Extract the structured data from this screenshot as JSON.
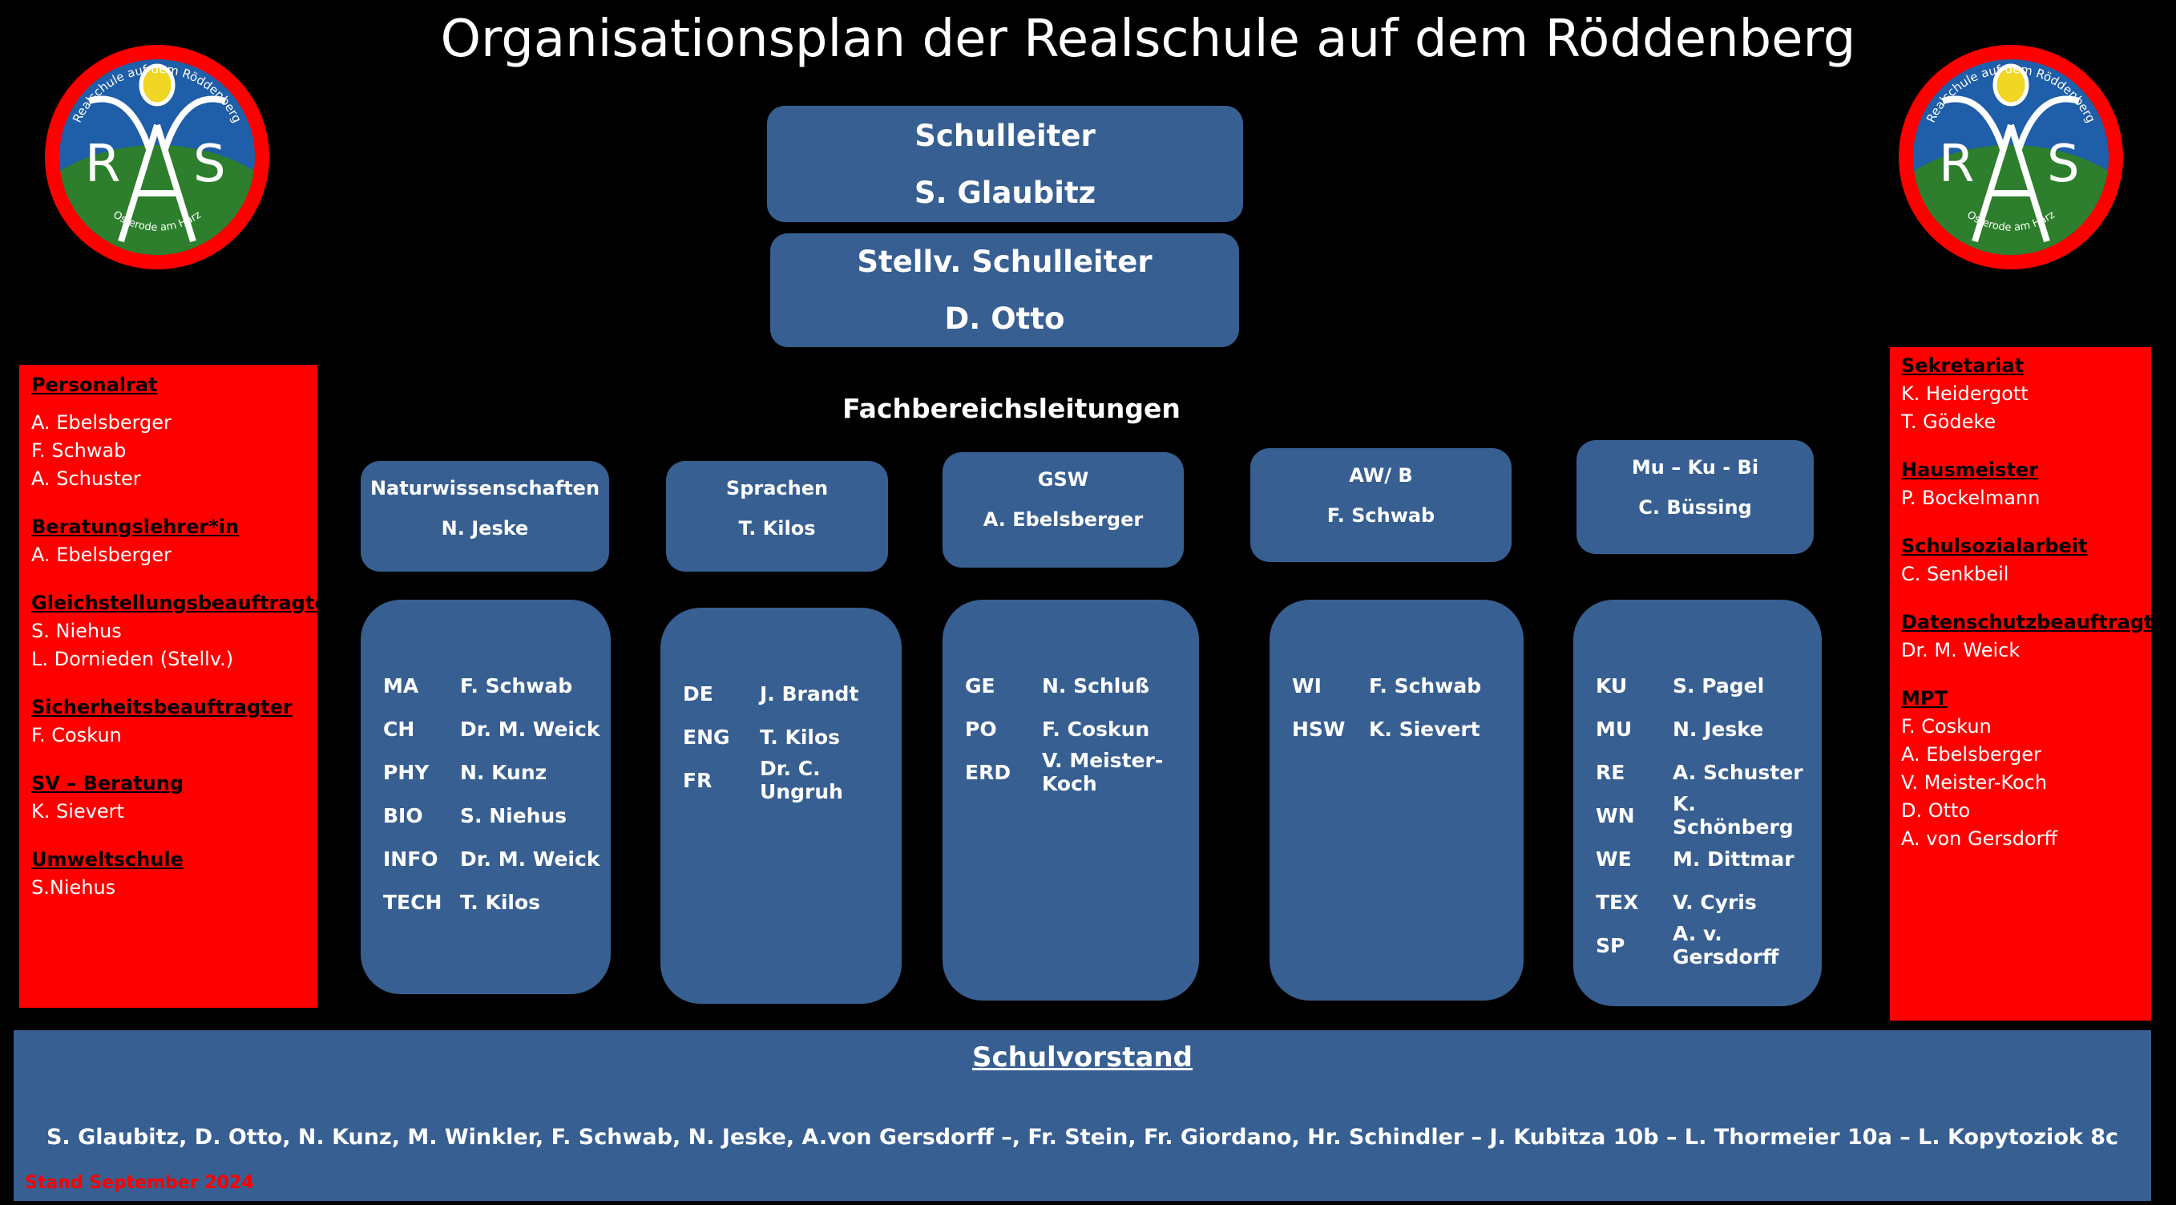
{
  "title": "Organisationsplan der Realschule auf dem Röddenberg",
  "logo": {
    "top_text": "Realschule auf dem Röddenberg",
    "bottom_text": "Osterode am Harz",
    "letters": [
      "R",
      "S"
    ]
  },
  "leadership": {
    "principal": {
      "role": "Schulleiter",
      "name": "S. Glaubitz"
    },
    "deputy": {
      "role": "Stellv. Schulleiter",
      "name": "D. Otto"
    }
  },
  "departments_title": "Fachbereichsleitungen",
  "departments": [
    {
      "name": "Naturwissenschaften",
      "head": "N. Jeske",
      "subjects": [
        {
          "code": "MA",
          "teacher": "F. Schwab"
        },
        {
          "code": "CH",
          "teacher": "Dr. M. Weick"
        },
        {
          "code": "PHY",
          "teacher": "N. Kunz"
        },
        {
          "code": "BIO",
          "teacher": "S. Niehus"
        },
        {
          "code": "INFO",
          "teacher": "Dr. M. Weick"
        },
        {
          "code": "TECH",
          "teacher": "T. Kilos"
        }
      ]
    },
    {
      "name": "Sprachen",
      "head": "T. Kilos",
      "subjects": [
        {
          "code": "DE",
          "teacher": "J.  Brandt"
        },
        {
          "code": "ENG",
          "teacher": "T.  Kilos"
        },
        {
          "code": "FR",
          "teacher": "Dr. C. Ungruh"
        }
      ]
    },
    {
      "name": "GSW",
      "head": "A.  Ebelsberger",
      "subjects": [
        {
          "code": "GE",
          "teacher": "N. Schluß"
        },
        {
          "code": "PO",
          "teacher": "F. Coskun"
        },
        {
          "code": "ERD",
          "teacher": "V. Meister-Koch"
        }
      ]
    },
    {
      "name": "AW/ B",
      "head": "F. Schwab",
      "subjects": [
        {
          "code": "WI",
          "teacher": "F. Schwab"
        },
        {
          "code": "HSW",
          "teacher": "K. Sievert"
        }
      ]
    },
    {
      "name": "Mu – Ku - Bi",
      "head": "C. Büssing",
      "subjects": [
        {
          "code": "KU",
          "teacher": "S. Pagel"
        },
        {
          "code": "MU",
          "teacher": "N. Jeske"
        },
        {
          "code": "RE",
          "teacher": "A. Schuster"
        },
        {
          "code": "WN",
          "teacher": "K. Schönberg"
        },
        {
          "code": "WE",
          "teacher": "M. Dittmar"
        },
        {
          "code": "TEX",
          "teacher": "V. Cyris"
        },
        {
          "code": "SP",
          "teacher": "A. v. Gersdorff"
        }
      ]
    }
  ],
  "left_panel": [
    {
      "heading": "Personalrat",
      "names": [
        "A. Ebelsberger",
        "F.  Schwab",
        "A. Schuster"
      ]
    },
    {
      "heading": "Beratungslehrer*in",
      "names": [
        "A. Ebelsberger"
      ]
    },
    {
      "heading": "Gleichstellungsbeauftragte",
      "names": [
        "S. Niehus",
        "L. Dornieden (Stellv.)"
      ]
    },
    {
      "heading": "Sicherheitsbeauftragter",
      "names": [
        "F. Coskun"
      ]
    },
    {
      "heading": "SV – Beratung",
      "names": [
        "K. Sievert"
      ]
    },
    {
      "heading": "Umweltschule",
      "names": [
        "S.Niehus"
      ]
    }
  ],
  "right_panel": [
    {
      "heading": "Sekretariat",
      "names": [
        "K. Heidergott",
        "T. Gödeke"
      ]
    },
    {
      "heading": "Hausmeister",
      "names": [
        "P. Bockelmann"
      ]
    },
    {
      "heading": "Schulsozialarbeit",
      "names": [
        "C. Senkbeil"
      ]
    },
    {
      "heading": "Datenschutzbeauftragter",
      "names": [
        "Dr. M. Weick"
      ]
    },
    {
      "heading": "MPT",
      "names": [
        "F. Coskun",
        "A. Ebelsberger",
        "V. Meister-Koch",
        "D. Otto",
        "A. von Gersdorff"
      ]
    }
  ],
  "school_board": {
    "title": "Schulvorstand",
    "members": "S. Glaubitz, D. Otto, N. Kunz, M. Winkler, F. Schwab, N. Jeske, A.von Gersdorff –, Fr. Stein, Fr. Giordano, Hr. Schindler – J. Kubitza 10b – L. Thormeier 10a – L. Kopytoziok 8c"
  },
  "footer_date": "Stand September 2024",
  "colors": {
    "box_blue": "#375f91",
    "panel_red": "#ff0000",
    "background": "#000000"
  }
}
